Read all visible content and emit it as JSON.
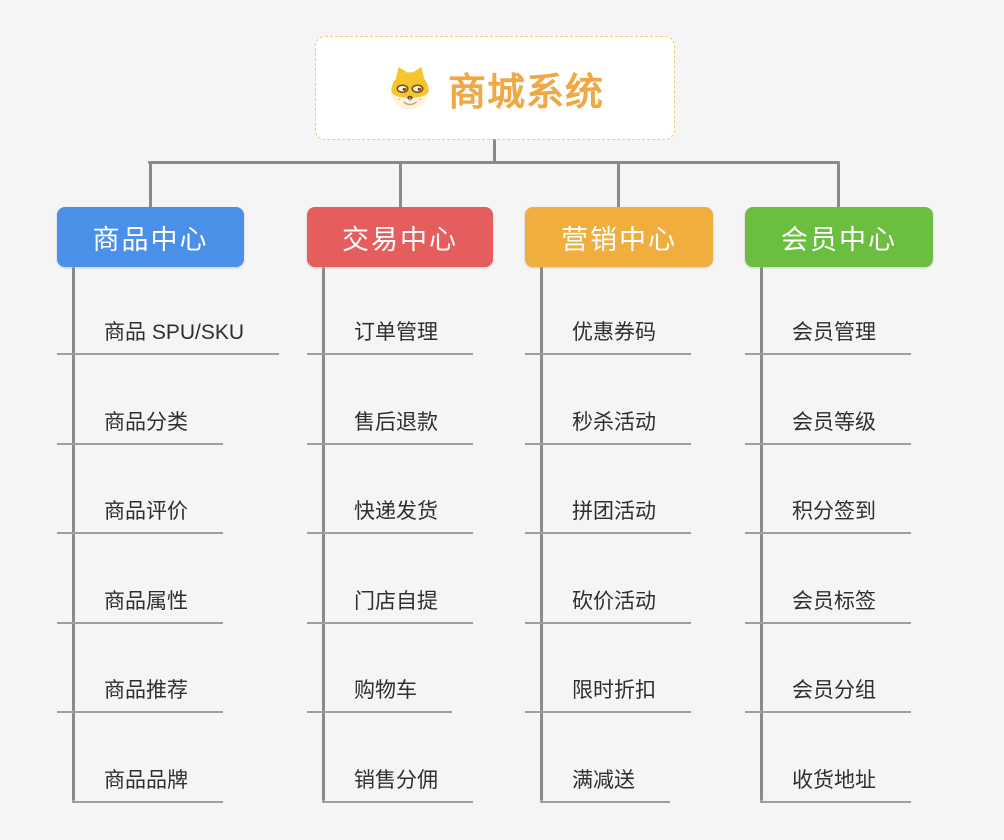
{
  "page": {
    "background": "#f5f5f5"
  },
  "root": {
    "title": "商城系统",
    "icon": "shiba-dog-icon",
    "title_color": "#f0a844",
    "border_color": "#f1c97c"
  },
  "connector_color": "#8a8a8a",
  "underline_color": "#9e9e9e",
  "branches": [
    {
      "label": "商品中心",
      "color": "#4a90e8",
      "children": [
        "商品 SPU/SKU",
        "商品分类",
        "商品评价",
        "商品属性",
        "商品推荐",
        "商品品牌"
      ]
    },
    {
      "label": "交易中心",
      "color": "#e65d5d",
      "children": [
        "订单管理",
        "售后退款",
        "快递发货",
        "门店自提",
        "购物车",
        "销售分佣"
      ]
    },
    {
      "label": "营销中心",
      "color": "#efae3d",
      "children": [
        "优惠券码",
        "秒杀活动",
        "拼团活动",
        "砍价活动",
        "限时折扣",
        "满减送"
      ]
    },
    {
      "label": "会员中心",
      "color": "#6cbe41",
      "children": [
        "会员管理",
        "会员等级",
        "积分签到",
        "会员标签",
        "会员分组",
        "收货地址"
      ]
    }
  ]
}
